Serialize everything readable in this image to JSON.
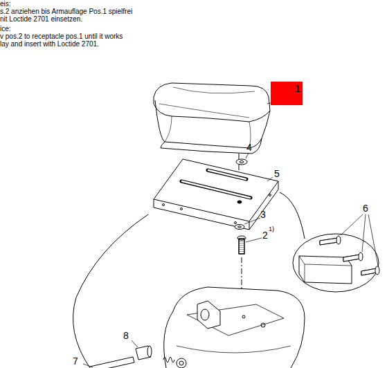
{
  "diagram": {
    "nodes": [
      {
        "text": [
          "1"
        ]
      }
    ],
    "labels": [
      "eis:",
      "s.2 anziehen bis Armauflage Pos.1 spielfrei",
      "nit Loctide 2701 einsetzen.",
      "ice:",
      "v pos.2 to receptacle pos.1 until it works",
      "lay and insert with Loctide 2701.",
      "4",
      "5",
      "3",
      "2",
      "1)",
      "6",
      "8",
      "7"
    ]
  }
}
